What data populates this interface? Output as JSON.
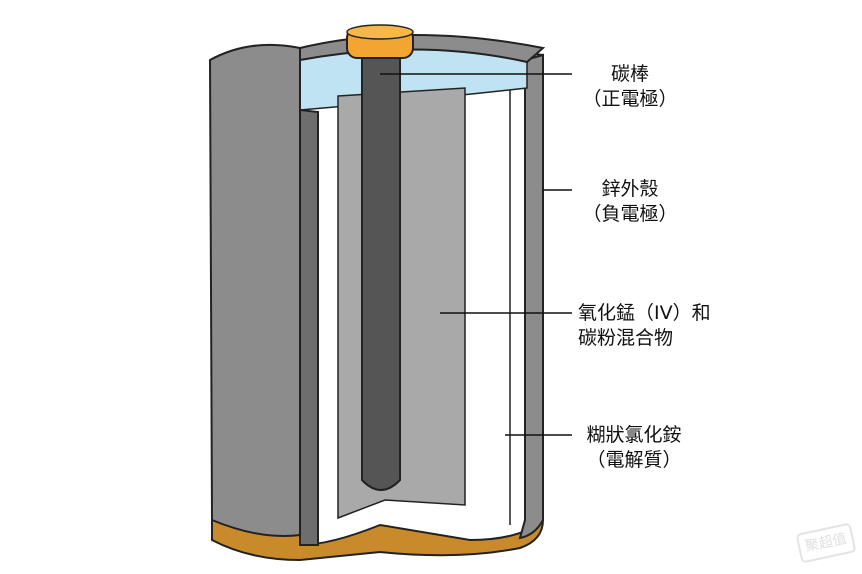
{
  "labels": {
    "carbon_rod": {
      "line1": "碳棒",
      "line2": "（正電極）"
    },
    "zinc_case": {
      "line1": "鋅外殼",
      "line2": "（負電極）"
    },
    "mno2_mix": {
      "line1": "氧化錳（IV）和",
      "line2": "碳粉混合物"
    },
    "electrolyte": {
      "line1": "糊狀氯化銨",
      "line2": "（電解質）"
    }
  },
  "colors": {
    "casing": "#8c8c8c",
    "casing_dark": "#6e6e6e",
    "electrolyte_top": "#bfe3f2",
    "mix": "#a9a9a9",
    "rod": "#555555",
    "cap": "#f2a531",
    "base": "#c98a2c"
  },
  "watermark": "聚超值"
}
